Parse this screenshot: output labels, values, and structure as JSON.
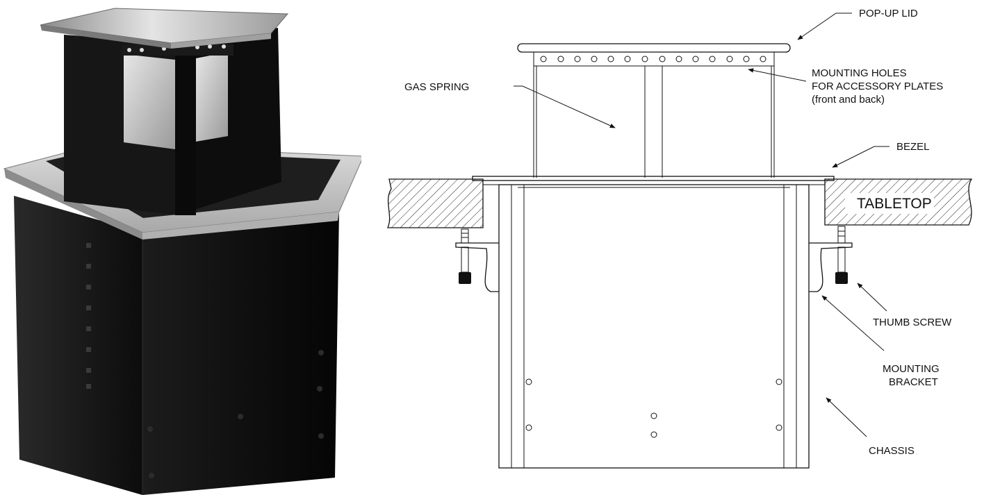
{
  "photo": {
    "subject": "pop-up table box photograph",
    "icon": "product-photo"
  },
  "diagram": {
    "labels": {
      "pop_up_lid": "POP-UP LID",
      "gas_spring": "GAS SPRING",
      "mounting_holes_line1": "MOUNTING HOLES",
      "mounting_holes_line2": "FOR ACCESSORY PLATES",
      "mounting_holes_line3": "(front and back)",
      "bezel": "BEZEL",
      "tabletop": "TABLETOP",
      "thumb_screw": "THUMB SCREW",
      "mounting_bracket_line1": "MOUNTING",
      "mounting_bracket_line2": "BRACKET",
      "chassis": "CHASSIS"
    }
  }
}
